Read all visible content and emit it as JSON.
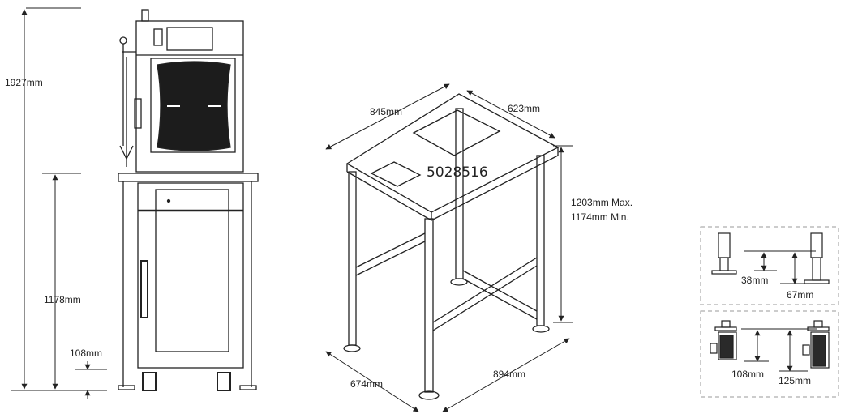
{
  "left_view": {
    "dim_total_height": "1927mm",
    "dim_stand_height": "1178mm",
    "dim_foot_height": "108mm"
  },
  "stand_view": {
    "part_number": "5028516",
    "dim_top_width": "845mm",
    "dim_top_depth": "623mm",
    "dim_height_max": "1203mm Max.",
    "dim_height_min": "1174mm Min.",
    "dim_base_depth": "674mm",
    "dim_base_width": "894mm"
  },
  "detail_feet": {
    "dim_foot_a": "38mm",
    "dim_foot_b": "67mm"
  },
  "detail_casters": {
    "dim_caster_a": "108mm",
    "dim_caster_b": "125mm"
  },
  "colors": {
    "line": "#222222",
    "dash": "#9a9a9a",
    "window": "#1c1c1c"
  }
}
